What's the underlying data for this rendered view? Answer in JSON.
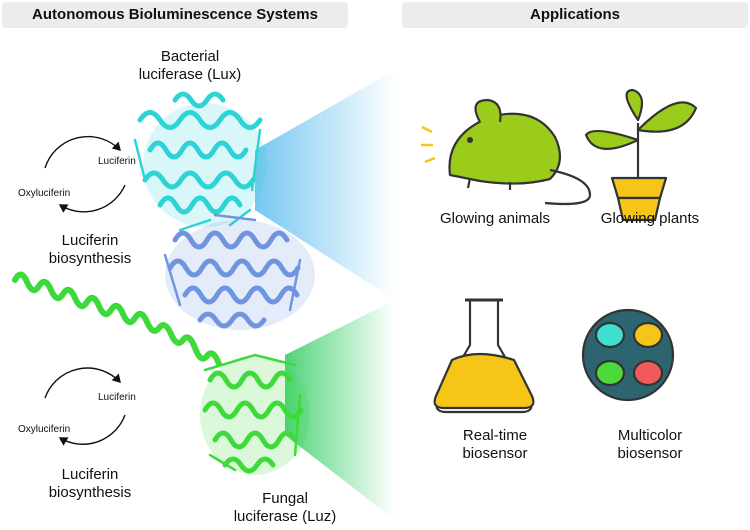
{
  "left_panel": {
    "header": "Autonomous Bioluminescence Systems",
    "bacterial_label_1": "Bacterial",
    "bacterial_label_2": "luciferase (Lux)",
    "fungal_label_1": "Fungal",
    "fungal_label_2": "luciferase (Luz)",
    "cycle_top": {
      "luciferin": "Luciferin",
      "oxyluciferin": "Oxyluciferin",
      "caption_1": "Luciferin",
      "caption_2": "biosynthesis"
    },
    "cycle_bottom": {
      "luciferin": "Luciferin",
      "oxyluciferin": "Oxyluciferin",
      "caption_1": "Luciferin",
      "caption_2": "biosynthesis"
    }
  },
  "right_panel": {
    "header": "Applications",
    "items": [
      {
        "icon": "mouse-icon",
        "label_1": "Glowing animals",
        "label_2": ""
      },
      {
        "icon": "plant-icon",
        "label_1": "Glowing plants",
        "label_2": ""
      },
      {
        "icon": "flask-icon",
        "label_1": "Real-time",
        "label_2": "biosensor"
      },
      {
        "icon": "petri-dish-icon",
        "label_1": "Multicolor",
        "label_2": "biosensor"
      }
    ]
  },
  "colors": {
    "lux_cyan": "#2ed3d6",
    "lux_blue": "#6f94e0",
    "luz_green": "#3ed93a",
    "glow_blue": "#6fc4f0",
    "glow_green": "#45d172",
    "icon_green": "#9bcc1c",
    "pot_yellow": "#f5c518",
    "dish_teal": "#2c6470"
  }
}
